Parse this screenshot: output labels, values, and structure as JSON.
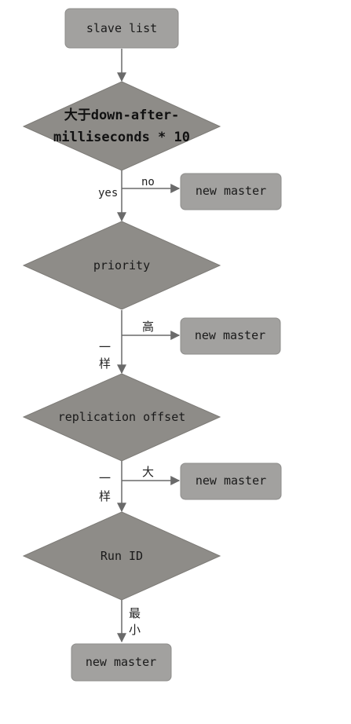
{
  "colors": {
    "box_fill": "#a2a19f",
    "box_stroke": "#8e8d8b",
    "diamond_fill": "#8e8c88",
    "diamond_stroke": "#7d7b77",
    "line": "#6a6a6a"
  },
  "nodes": {
    "start": "slave list",
    "d1_line1": "大于down-after-",
    "d1_line2": "milliseconds * 10",
    "d2": "priority",
    "d3": "replication offset",
    "d4": "Run ID",
    "out1": "new master",
    "out2": "new master",
    "out3": "new master",
    "out_final": "new master"
  },
  "edges": {
    "d1_no": "no",
    "d1_yes": "yes",
    "d2_high": "高",
    "d2_same_1": "一",
    "d2_same_2": "样",
    "d3_large": "大",
    "d3_same_1": "一",
    "d3_same_2": "样",
    "d4_min_1": "最",
    "d4_min_2": "小"
  }
}
